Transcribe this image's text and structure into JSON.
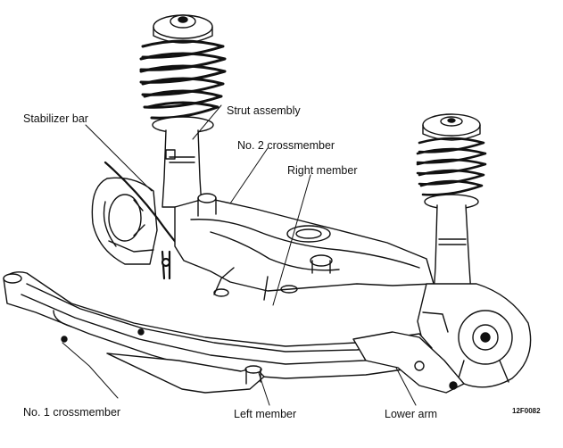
{
  "labels": {
    "strut_assembly": "Strut assembly",
    "stabilizer_bar": "Stabilizer bar",
    "no2_crossmember": "No. 2 crossmember",
    "right_member": "Right member",
    "no1_crossmember": "No. 1 crossmember",
    "left_member": "Left member",
    "lower_arm": "Lower arm"
  },
  "figure_code": "12F0082",
  "colors": {
    "ink": "#111111",
    "paper": "#ffffff"
  }
}
